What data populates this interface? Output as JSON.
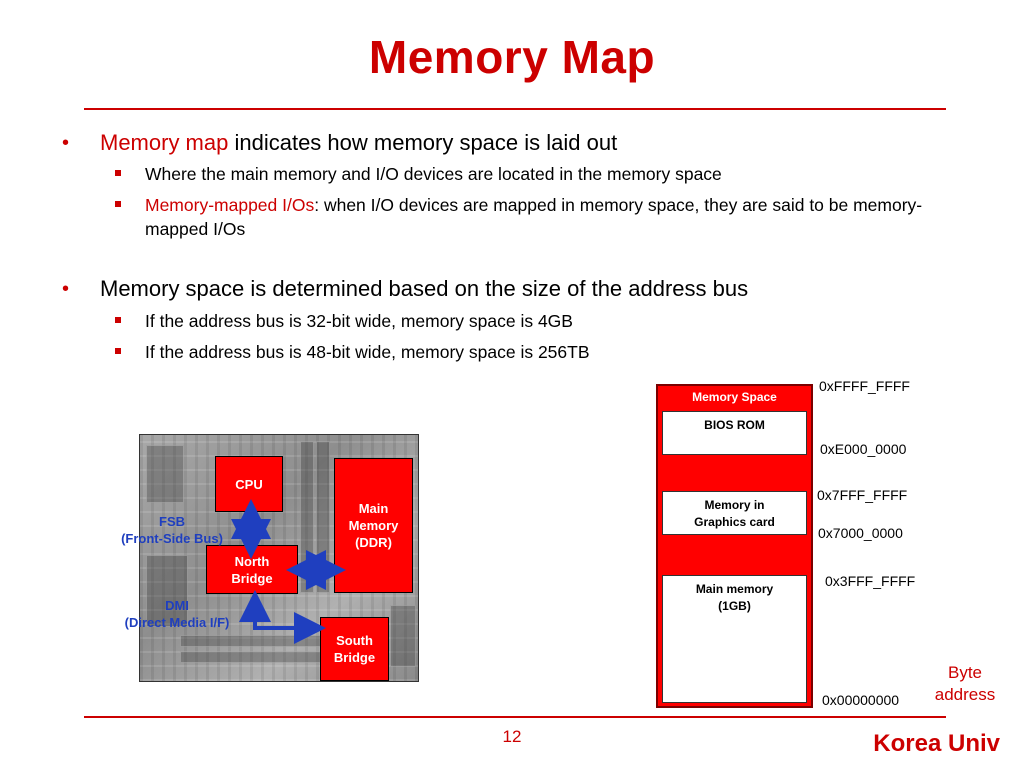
{
  "slide": {
    "title": "Memory Map",
    "page_number": "12",
    "brand": "Korea Univ"
  },
  "bullets": {
    "b1": {
      "highlight": "Memory map",
      "rest": " indicates how memory space is laid out"
    },
    "b1_sub1": "Where the main memory and I/O devices are located in the memory space",
    "b1_sub2": {
      "highlight": "Memory-mapped I/Os",
      "rest": ": when I/O devices are mapped in memory space, they are said to be memory-mapped I/Os"
    },
    "b2": "Memory space is determined based on the size of the address bus",
    "b2_sub1": "If the address bus is 32-bit wide, memory space is 4GB",
    "b2_sub2": "If the address bus is 48-bit wide, memory space is 256TB"
  },
  "motherboard": {
    "cpu": "CPU",
    "north_bridge_1": "North",
    "north_bridge_2": "Bridge",
    "main_memory_1": "Main",
    "main_memory_2": "Memory",
    "main_memory_3": "(DDR)",
    "south_bridge_1": "South",
    "south_bridge_2": "Bridge",
    "fsb_1": "FSB",
    "fsb_2": "(Front-Side Bus)",
    "dmi_1": "DMI",
    "dmi_2": "(Direct Media I/F)",
    "bus_color": "#1f3fbf"
  },
  "memory_map": {
    "header": "Memory Space",
    "bios": "BIOS ROM",
    "graphics_1": "Memory in",
    "graphics_2": "Graphics card",
    "main_1": "Main memory",
    "main_2": "(1GB)",
    "addresses": {
      "top": "0xFFFF_FFFF",
      "bios_bottom": "0xE000_0000",
      "gfx_top": "0x7FFF_FFFF",
      "gfx_bottom": "0x7000_0000",
      "main_top": "0x3FFF_FFFF",
      "bottom": "0x00000000"
    },
    "byte_label_1": "Byte",
    "byte_label_2": "address",
    "accent_color": "#ff0000"
  }
}
